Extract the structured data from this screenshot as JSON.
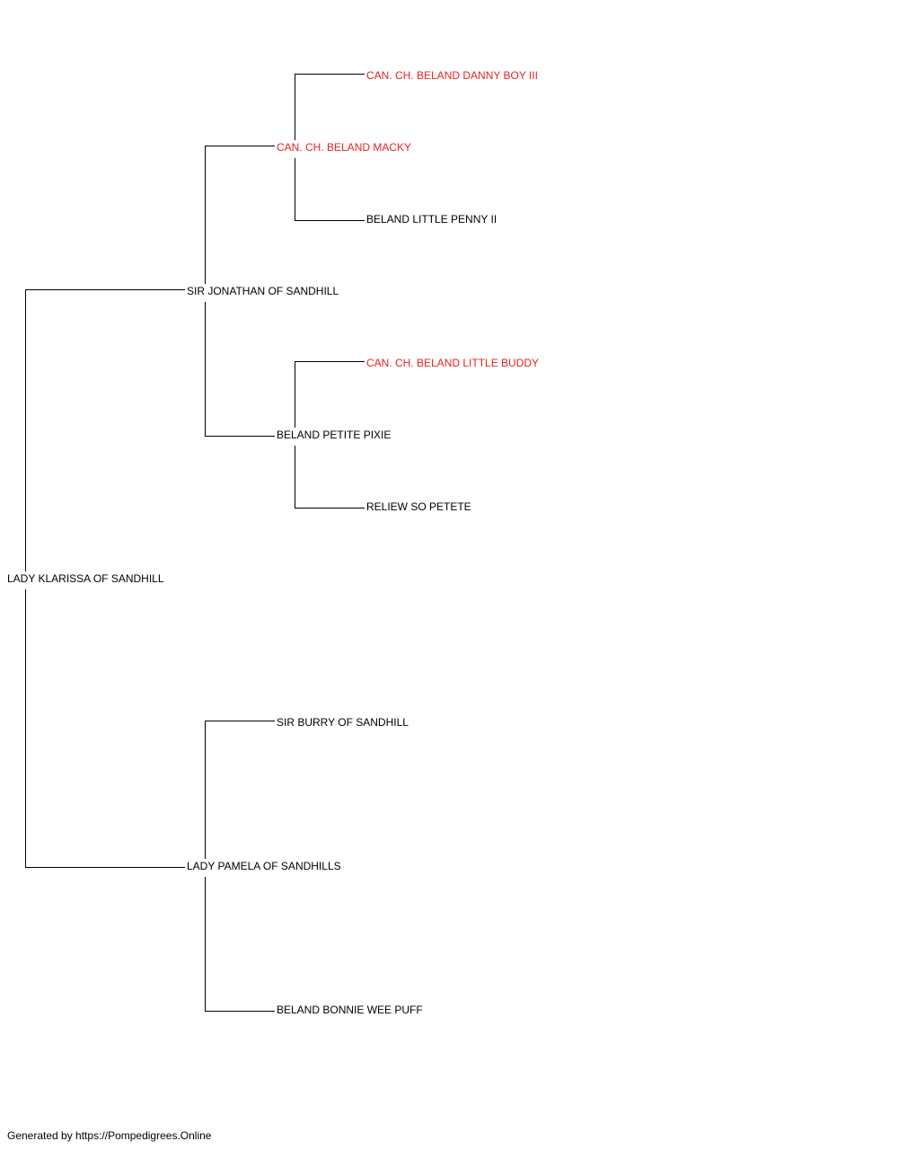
{
  "pedigree": {
    "subject": {
      "name": "LADY KLARISSA OF SANDHILL",
      "champion": false
    },
    "sire": {
      "name": "SIR JONATHAN OF SANDHILL",
      "champion": false
    },
    "sire_sire": {
      "name": "CAN. CH. BELAND MACKY",
      "champion": true
    },
    "sire_sire_sire": {
      "name": "CAN. CH. BELAND DANNY BOY III",
      "champion": true
    },
    "sire_sire_dam": {
      "name": "BELAND LITTLE PENNY II",
      "champion": false
    },
    "sire_dam": {
      "name": "BELAND PETITE PIXIE",
      "champion": false
    },
    "sire_dam_sire": {
      "name": "CAN. CH. BELAND LITTLE BUDDY",
      "champion": true
    },
    "sire_dam_dam": {
      "name": "RELIEW SO PETETE",
      "champion": false
    },
    "dam": {
      "name": "LADY PAMELA OF SANDHILLS",
      "champion": false
    },
    "dam_sire": {
      "name": "SIR BURRY OF SANDHILL",
      "champion": false
    },
    "dam_dam": {
      "name": "BELAND BONNIE WEE PUFF",
      "champion": false
    }
  },
  "footer": {
    "text": "Generated by https://Pompedigrees.Online"
  },
  "colors": {
    "champion": "#e8231f",
    "normal": "#000000",
    "line": "#000000"
  }
}
